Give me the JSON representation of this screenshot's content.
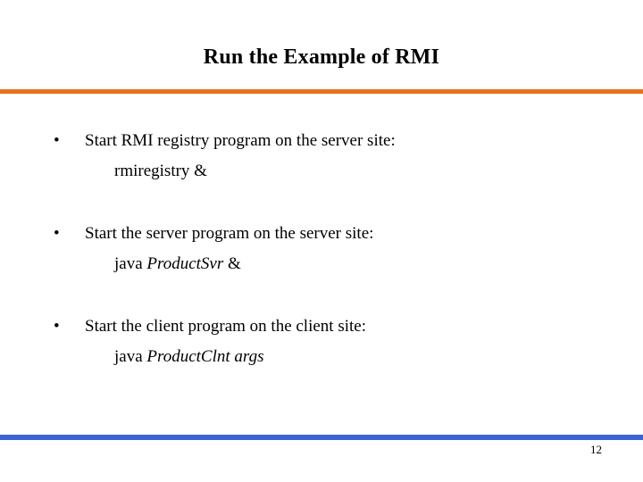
{
  "slide": {
    "title": "Run the Example of RMI",
    "page_number": "12",
    "colors": {
      "title_rule": "#E8731C",
      "footer_rule": "#3C64D2",
      "text": "#000000",
      "background": "#FFFFFF"
    },
    "bullet_marker": "•",
    "bullets": [
      {
        "text": "Start RMI registry program on the server site:",
        "sub_line": {
          "plain_before": "rmiregistry &",
          "emphasis": "",
          "plain_after": ""
        }
      },
      {
        "text": "Start the server program on the server site:",
        "sub_line": {
          "plain_before": "java ",
          "emphasis": "ProductSvr",
          "plain_after": " &"
        }
      },
      {
        "text": "Start the client program on the client site:",
        "sub_line": {
          "plain_before": "java ",
          "emphasis": "ProductClnt args",
          "plain_after": ""
        }
      }
    ]
  }
}
